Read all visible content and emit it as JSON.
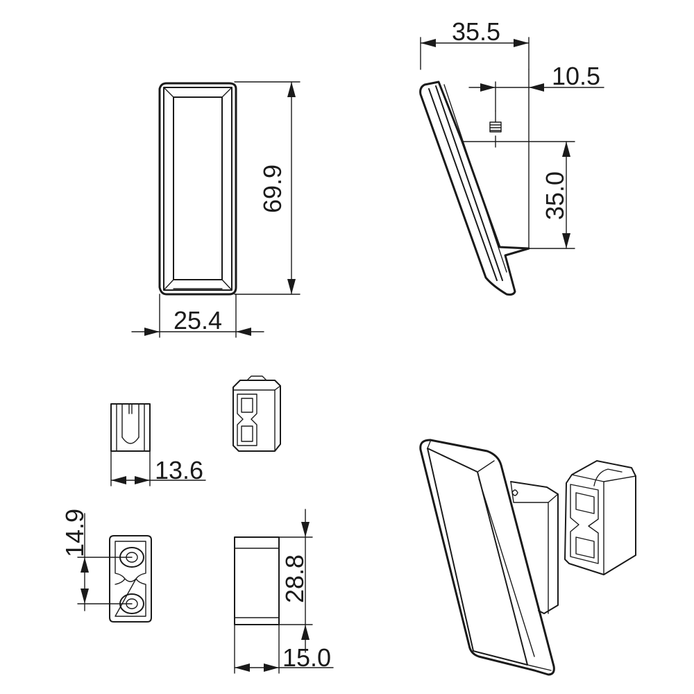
{
  "dimensions": {
    "front_width": "25.4",
    "front_height": "69.9",
    "side_depth": "35.5",
    "side_offset": "10.5",
    "side_height": "35.0",
    "clip_width": "13.6",
    "holes_spacing": "14.9",
    "block_height": "28.8",
    "block_width": "15.0"
  },
  "colors": {
    "line": "#1a1a1a",
    "background": "#ffffff"
  }
}
